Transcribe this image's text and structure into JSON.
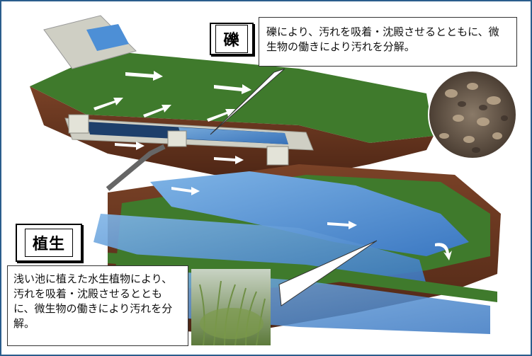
{
  "labels": {
    "gravel": "礫",
    "vegetation": "植生"
  },
  "callouts": {
    "gravel_text": "礫により、汚れを吸着・沈殿させるとともに、微生物の働きにより汚れを分解。",
    "vegetation_text": "浅い池に植えた水生植物により、汚れを吸着・沈殿させるとともに、微生物の働きにより汚れを分解。"
  },
  "colors": {
    "frame": "#2a5d8c",
    "grass": "#3f7a2c",
    "water": "#4d8fd6",
    "soil": "#6b3a22",
    "concrete": "#cfcfc4"
  },
  "icons": [
    "flow-arrow-icon",
    "gravel-photo",
    "reed-photo"
  ]
}
